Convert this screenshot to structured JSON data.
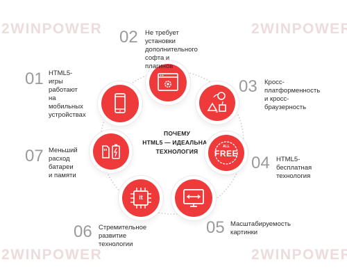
{
  "watermark": "2WINPOWER",
  "center": {
    "line1": "ПОЧЕМУ",
    "line2": "HTML5 — ИДЕАЛЬНАЯ",
    "line3": "ТЕХНОЛОГИЯ"
  },
  "colors": {
    "accent": "#ee3a3a",
    "ring": "#c8c8c8",
    "number": "#9a9a9a"
  },
  "items": [
    {
      "num": "01",
      "text": "HTML5-игры\nработают\nна мобильных\nустройствах",
      "icon": "smartphone-icon"
    },
    {
      "num": "02",
      "text": "Не требует установки\nдополнительного\nсофта и плагинов",
      "icon": "settings-window-icon"
    },
    {
      "num": "03",
      "text": "Кросс-\nплатформенность\nи кросс-\nбраузерность",
      "icon": "cross-platform-icon"
    },
    {
      "num": "04",
      "text": "HTML5-\nбесплатная\nтехнология",
      "icon": "free-badge-icon"
    },
    {
      "num": "05",
      "text": "Масштабируемость\nкартинки",
      "icon": "scaling-screen-icon"
    },
    {
      "num": "06",
      "text": "Стремительное\nразвитие\nтехнологии",
      "icon": "chip-icon"
    },
    {
      "num": "07",
      "text": "Меньший\nрасход\nбатареи\nи памяти",
      "icon": "battery-memory-icon"
    }
  ],
  "free_badge": {
    "top": "ALL",
    "main": "FREE"
  },
  "chip_label": "it"
}
